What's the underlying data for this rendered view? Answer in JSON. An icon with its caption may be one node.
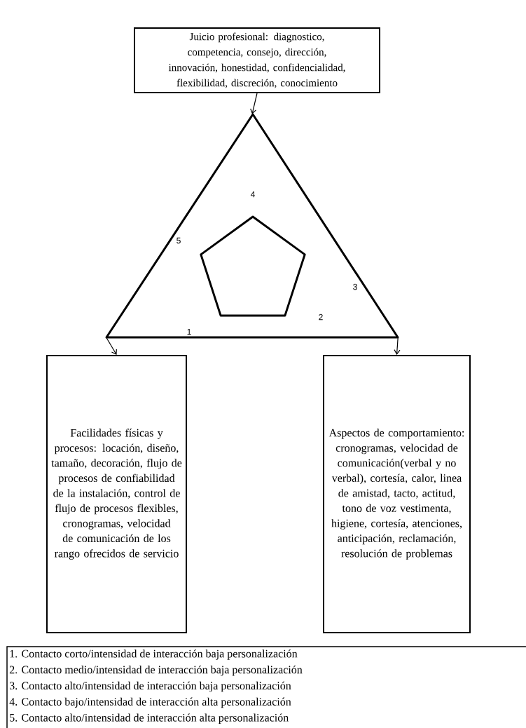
{
  "diagram": {
    "nodes": [
      {
        "text": [
          "Juicio profesional: diagnostico, competencia, consejo, dirección, innovación, honestidad, confidencialidad, flexibilidad, discreción, conocimiento"
        ]
      },
      {
        "text": [],
        "shape": "triangle"
      },
      {
        "text": [],
        "shape": "pentagon",
        "in": 1
      },
      {
        "text": [
          "Facilidades físicas y procesos: locación, diseño, tamaño, decoración, flujo de procesos de confiabilidad de la instalación, control de flujo de procesos flexibles, cronogramas, velocidad de comunicación de los rango ofrecidos de servicio"
        ]
      },
      {
        "text": [
          "Aspectos de comportamiento: cronogramas, velocidad de comunicación(verbal y no verbal), cortesía, calor, linea de amistad, tacto, actitud, tono de voz vestimenta, higiene, cortesía, atenciones, anticipación, reclamación, resolución de problemas"
        ]
      },
      {
        "text": [
          "1. Contacto corto/intensidad de interacción baja personalización",
          "2. Contacto medio/intensidad de interacción baja personalización",
          "3. Contacto alto/intensidad de interacción baja personalización",
          "4. Contacto bajo/intensidad de interacción alta personalización",
          "5. Contacto alto/intensidad de interacción alta personalización"
        ]
      }
    ],
    "edges": [
      {
        "from": 0,
        "to": 1,
        "arrow": "to"
      },
      {
        "from": 1,
        "to": 3,
        "arrow": "to"
      },
      {
        "from": 1,
        "to": 4,
        "arrow": "to"
      }
    ],
    "labels": [
      "4",
      "5",
      "3",
      "2",
      "1"
    ]
  }
}
